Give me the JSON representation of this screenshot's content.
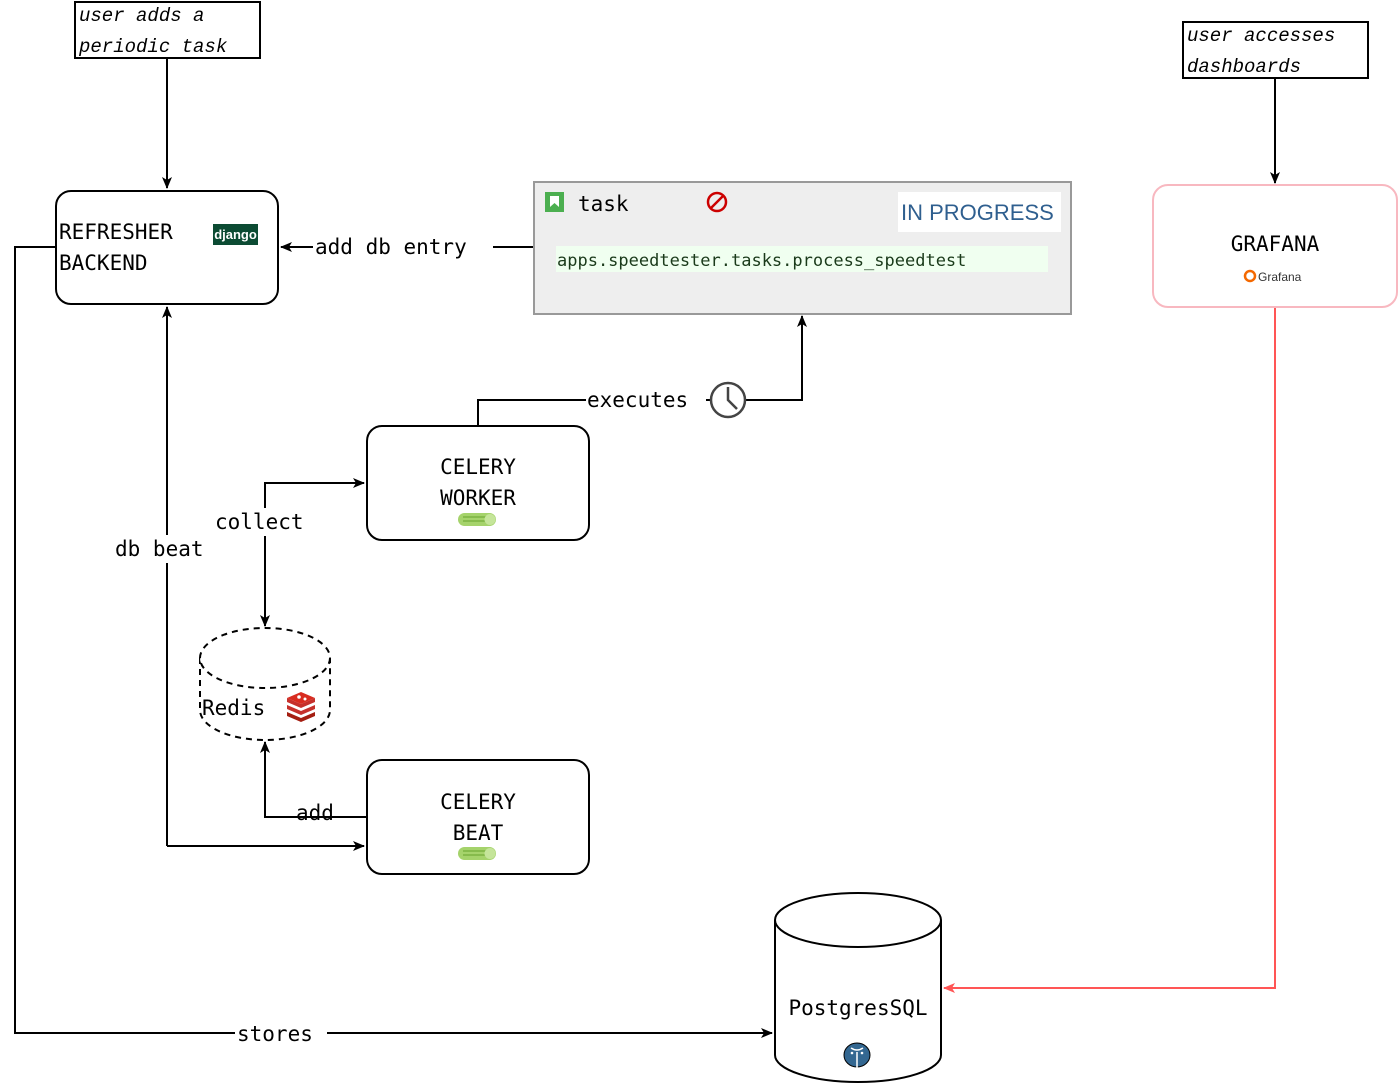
{
  "notes": {
    "periodic_task_line1": "user adds a",
    "periodic_task_line2": "periodic task",
    "dashboards_line1": "user accesses",
    "dashboards_line2": "dashboards"
  },
  "nodes": {
    "backend_line1": "REFRESHER",
    "backend_line2": "BACKEND",
    "django_logo": "django",
    "worker_line1": "CELERY",
    "worker_line2": "WORKER",
    "beat_line1": "CELERY",
    "beat_line2": "BEAT",
    "redis": "Redis",
    "postgres": "PostgresSQL",
    "grafana": "GRAFANA",
    "grafana_logo": "Grafana"
  },
  "task_card": {
    "title": "task",
    "status": "IN PROGRESS",
    "name": "apps.speedtester.tasks.process_speedtest"
  },
  "edges": {
    "add_db_entry": "add db entry",
    "executes": "executes",
    "collect": "collect",
    "db_beat": "db beat",
    "add": "add",
    "stores": "stores"
  },
  "colors": {
    "stroke": "#000000",
    "grafana_border": "#f8b8c0",
    "grafana_edge": "#ff5555",
    "task_bg": "#eeeeee",
    "task_border": "#999999",
    "status_text": "#2f5f8f",
    "bookmark": "#4caf50",
    "ban_icon": "#cc0000",
    "django_bg": "#0c4b33",
    "celery_green": "#a5d36b",
    "redis_red": "#c6302b",
    "postgres_blue": "#336791",
    "grafana_orange": "#f46800"
  }
}
